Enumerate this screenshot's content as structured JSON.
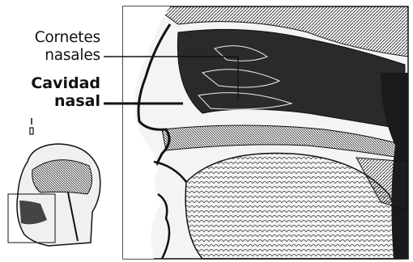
{
  "labels": {
    "cornetes_line1": "Cornetes",
    "cornetes_line2": "nasales",
    "cavidad_line1": "Cavidad",
    "cavidad_line2": "nasal"
  },
  "icons": [
    "head-inset-illustration",
    "nasal-cross-section-illustration"
  ]
}
